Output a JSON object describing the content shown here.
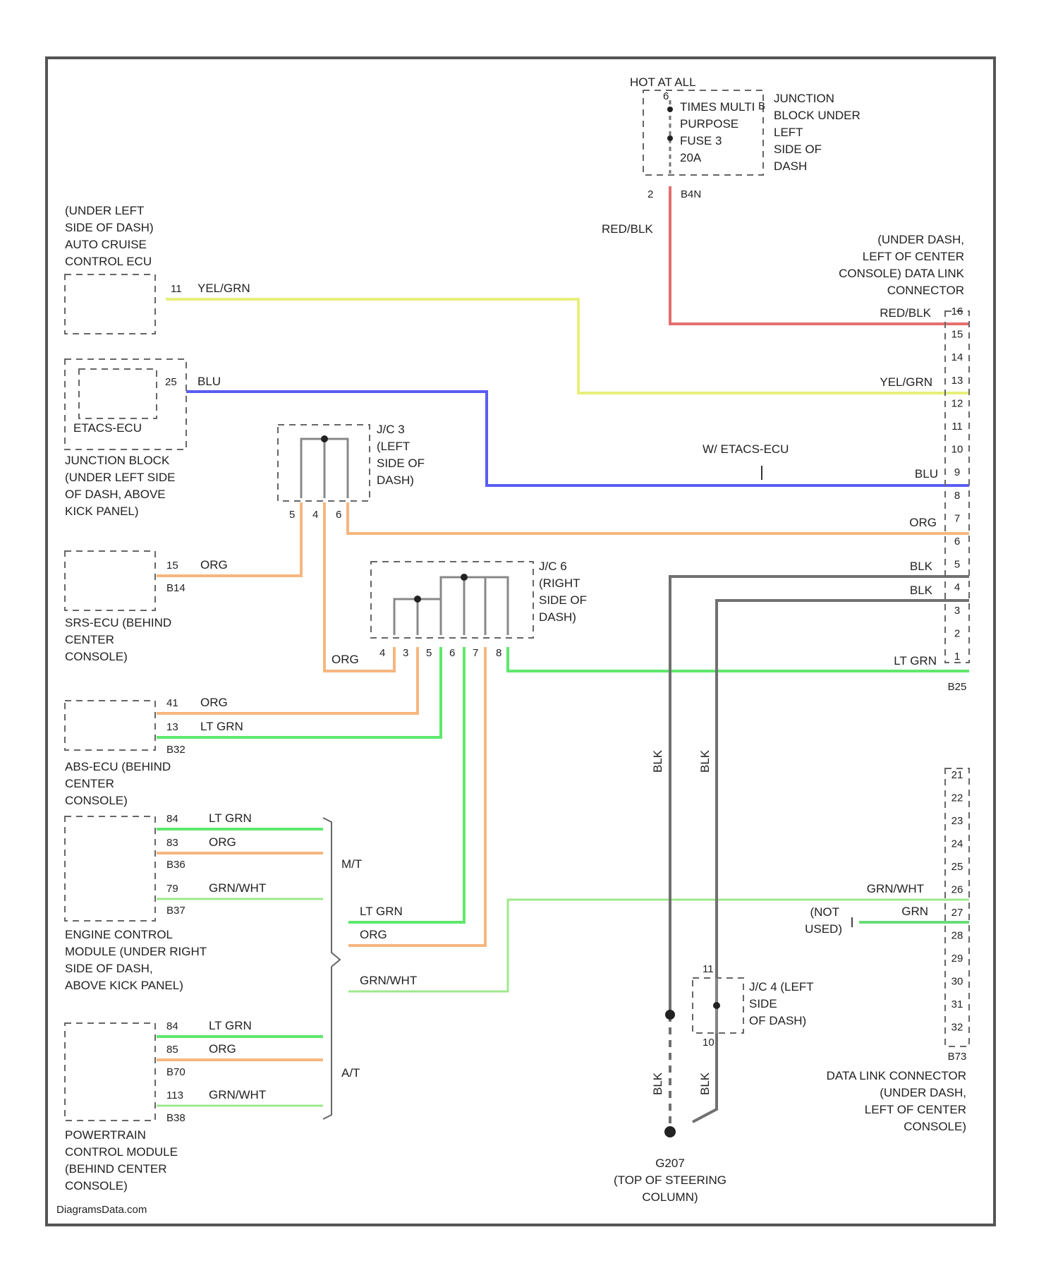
{
  "colors": {
    "red_blk": "#e46e6e",
    "yel_grn": "#e6f07a",
    "blu": "#5a5cf2",
    "org": "#f6b67e",
    "blk": "#707070",
    "lt_grn": "#5ee86c",
    "grn_wht": "#9ee88c",
    "grn": "#6adc78"
  },
  "fuse": {
    "hot_label": "HOT AT ALL",
    "name_lines": [
      "TIMES MULTI",
      "PURPOSE",
      "FUSE 3",
      "20A"
    ],
    "pin_top": "6",
    "pin_side": "B",
    "location_lines": [
      "JUNCTION",
      "BLOCK UNDER",
      "LEFT",
      "SIDE OF",
      "DASH"
    ],
    "pin_bottom": "2",
    "connector": "B4N"
  },
  "components": {
    "cruise": {
      "lines": [
        "(UNDER LEFT",
        "SIDE OF DASH)",
        "AUTO CRUISE",
        "CONTROL ECU"
      ],
      "pin": "11",
      "wire": "YEL/GRN"
    },
    "etacs": {
      "name": "ETACS-ECU",
      "pin": "25",
      "wire": "BLU",
      "lines": [
        "JUNCTION BLOCK",
        "(UNDER LEFT SIDE",
        "OF DASH, ABOVE",
        "KICK PANEL)"
      ]
    },
    "jc3": {
      "lines": [
        "J/C 3",
        "(LEFT",
        "SIDE OF",
        "DASH)"
      ],
      "pins": [
        "5",
        "4",
        "6"
      ]
    },
    "srs": {
      "pin": "15",
      "wire": "ORG",
      "connector": "B14",
      "lines": [
        "SRS-ECU (BEHIND",
        "CENTER",
        "CONSOLE)"
      ]
    },
    "jc6": {
      "lines": [
        "J/C 6",
        "(RIGHT",
        "SIDE OF",
        "DASH)"
      ],
      "pins": [
        "4",
        "3",
        "5",
        "6",
        "7",
        "8"
      ]
    },
    "abs": {
      "pins": [
        "41",
        "13"
      ],
      "wires": [
        "ORG",
        "LT GRN"
      ],
      "connector": "B32",
      "lines": [
        "ABS-ECU (BEHIND",
        "CENTER",
        "CONSOLE)"
      ]
    },
    "ecm": {
      "pins": [
        "84",
        "83",
        "79"
      ],
      "wires": [
        "LT GRN",
        "ORG",
        "GRN/WHT"
      ],
      "connectors": [
        "B36",
        "B37"
      ],
      "lines": [
        "ENGINE CONTROL",
        "MODULE (UNDER RIGHT",
        "SIDE OF DASH,",
        "ABOVE KICK PANEL)"
      ]
    },
    "pcm": {
      "pins": [
        "84",
        "85",
        "113"
      ],
      "wires": [
        "LT GRN",
        "ORG",
        "GRN/WHT"
      ],
      "connectors": [
        "B70",
        "B38"
      ],
      "lines": [
        "POWERTRAIN",
        "CONTROL MODULE",
        "(BEHIND CENTER",
        "CONSOLE)"
      ]
    },
    "jc4": {
      "lines": [
        "J/C 4 (LEFT",
        "SIDE",
        "OF DASH)"
      ],
      "pin_top": "11",
      "pin_bottom": "10"
    },
    "ground": {
      "lines": [
        "G207",
        "(TOP OF STEERING",
        "COLUMN)"
      ]
    }
  },
  "brackets": {
    "mt": "M/T",
    "at": "A/T"
  },
  "dlc": {
    "location_lines": [
      "(UNDER DASH,",
      "LEFT OF CENTER",
      "CONSOLE) DATA LINK",
      "CONNECTOR"
    ],
    "connector_b": "B25",
    "bottom_connector": "B73",
    "bottom_lines": [
      "DATA LINK CONNECTOR",
      "(UNDER DASH,",
      "LEFT OF CENTER",
      "CONSOLE)"
    ],
    "pins_upper": [
      "16",
      "15",
      "14",
      "13",
      "12",
      "11",
      "10",
      "9",
      "8",
      "7",
      "6",
      "5",
      "4",
      "3",
      "2",
      "1"
    ],
    "pins_lower": [
      "21",
      "22",
      "23",
      "24",
      "25",
      "26",
      "27",
      "28",
      "29",
      "30",
      "31",
      "32"
    ]
  },
  "wires": {
    "red_blk": "RED/BLK",
    "b4n": "B4N",
    "yel_grn": "YEL/GRN",
    "blu": "BLU",
    "etacs_note": "W/ ETACS-ECU",
    "org": "ORG",
    "blk": "BLK",
    "lt_grn": "LT GRN",
    "grn_wht": "GRN/WHT",
    "grn": "GRN",
    "not_used": [
      "(NOT",
      "USED)"
    ]
  },
  "watermark": "DiagramsData.com"
}
